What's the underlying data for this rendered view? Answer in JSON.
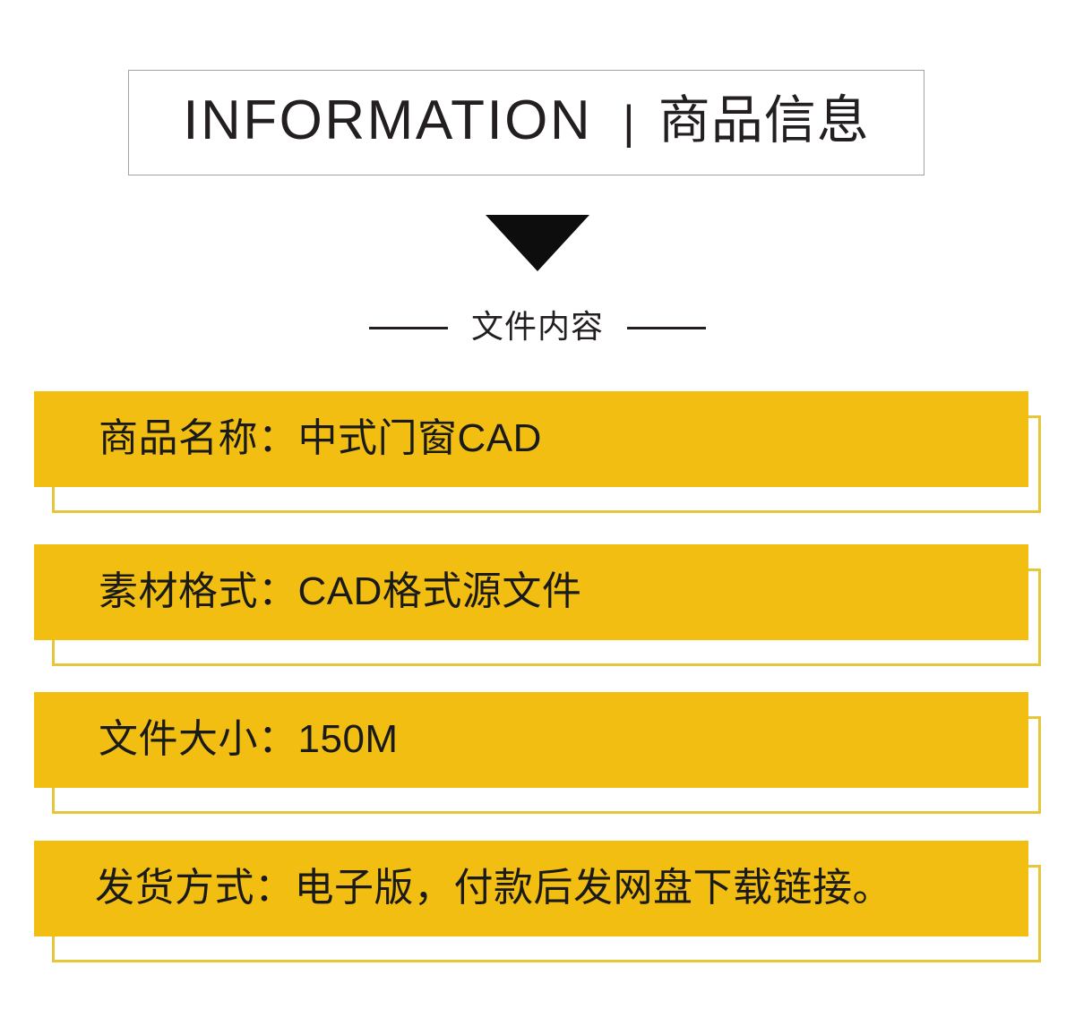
{
  "header": {
    "title_en": "INFORMATION",
    "separator": "|",
    "title_cn": "商品信息",
    "border_color": "#a3a3a3"
  },
  "divider": {
    "arrow_icon": "down-triangle-icon",
    "label": "文件内容",
    "rule_color": "#231f20"
  },
  "theme": {
    "bar_fill": "#f2be11",
    "bar_outline": "#e8c63a",
    "text_color": "#1a1a1a",
    "background": "#ffffff"
  },
  "info_rows": [
    {
      "label": "商品名称：",
      "value": "中式门窗CAD",
      "text": "商品名称：中式门窗CAD"
    },
    {
      "label": "素材格式：",
      "value": "CAD格式源文件",
      "text": "素材格式：CAD格式源文件"
    },
    {
      "label": "文件大小：",
      "value": "150M",
      "text": "文件大小：150M"
    },
    {
      "label": "发货方式：",
      "value": "电子版，付款后发网盘下载链接。",
      "text": "发货方式：电子版，付款后发网盘下载链接。"
    }
  ]
}
